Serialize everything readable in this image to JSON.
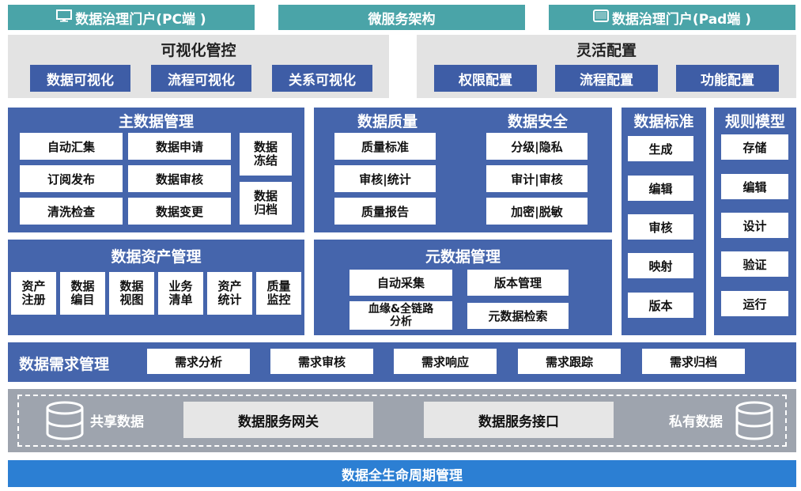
{
  "top": {
    "pc_portal": "数据治理门户(PC端 )",
    "microservice": "微服务架构",
    "pad_portal": "数据治理门户(Pad端 )"
  },
  "visual_control": {
    "title": "可视化管控",
    "items": [
      "数据可视化",
      "流程可视化",
      "关系可视化"
    ]
  },
  "flex_config": {
    "title": "灵活配置",
    "items": [
      "权限配置",
      "流程配置",
      "功能配置"
    ]
  },
  "master_data": {
    "title": "主数据管理",
    "items": [
      "自动汇集",
      "数据申请",
      "订阅发布",
      "数据审核",
      "清洗检查",
      "数据变更"
    ],
    "freeze": "数据\n冻结",
    "archive": "数据\n归档"
  },
  "data_quality": {
    "title": "数据质量",
    "items": [
      "质量标准",
      "审核|统计",
      "质量报告"
    ]
  },
  "data_security": {
    "title": "数据安全",
    "items": [
      "分级|隐私",
      "审计|审核",
      "加密|脱敏"
    ]
  },
  "data_standard": {
    "title": "数据标准",
    "items": [
      "生成",
      "编辑",
      "审核",
      "映射",
      "版本"
    ]
  },
  "rule_model": {
    "title": "规则模型",
    "items": [
      "存储",
      "编辑",
      "设计",
      "验证",
      "运行"
    ]
  },
  "asset_mgmt": {
    "title": "数据资产管理",
    "items": [
      "资产\n注册",
      "数据\n编目",
      "数据\n视图",
      "业务\n清单",
      "资产\n统计",
      "质量\n监控"
    ]
  },
  "metadata_mgmt": {
    "title": "元数据管理",
    "items": [
      "自动采集",
      "版本管理",
      "血缘&全链路\n分析",
      "元数据检索"
    ]
  },
  "demand_mgmt": {
    "title": "数据需求管理",
    "items": [
      "需求分析",
      "需求审核",
      "需求响应",
      "需求跟踪",
      "需求归档"
    ]
  },
  "service_layer": {
    "shared": "共享数据",
    "gateway": "数据服务网关",
    "interface": "数据服务接口",
    "private": "私有数据"
  },
  "footer": "数据全生命周期管理",
  "colors": {
    "teal": "#4aa4a8",
    "navy": "#4565ac",
    "light_gray": "#e3e3e3",
    "footer_blue": "#2c7fd3"
  }
}
